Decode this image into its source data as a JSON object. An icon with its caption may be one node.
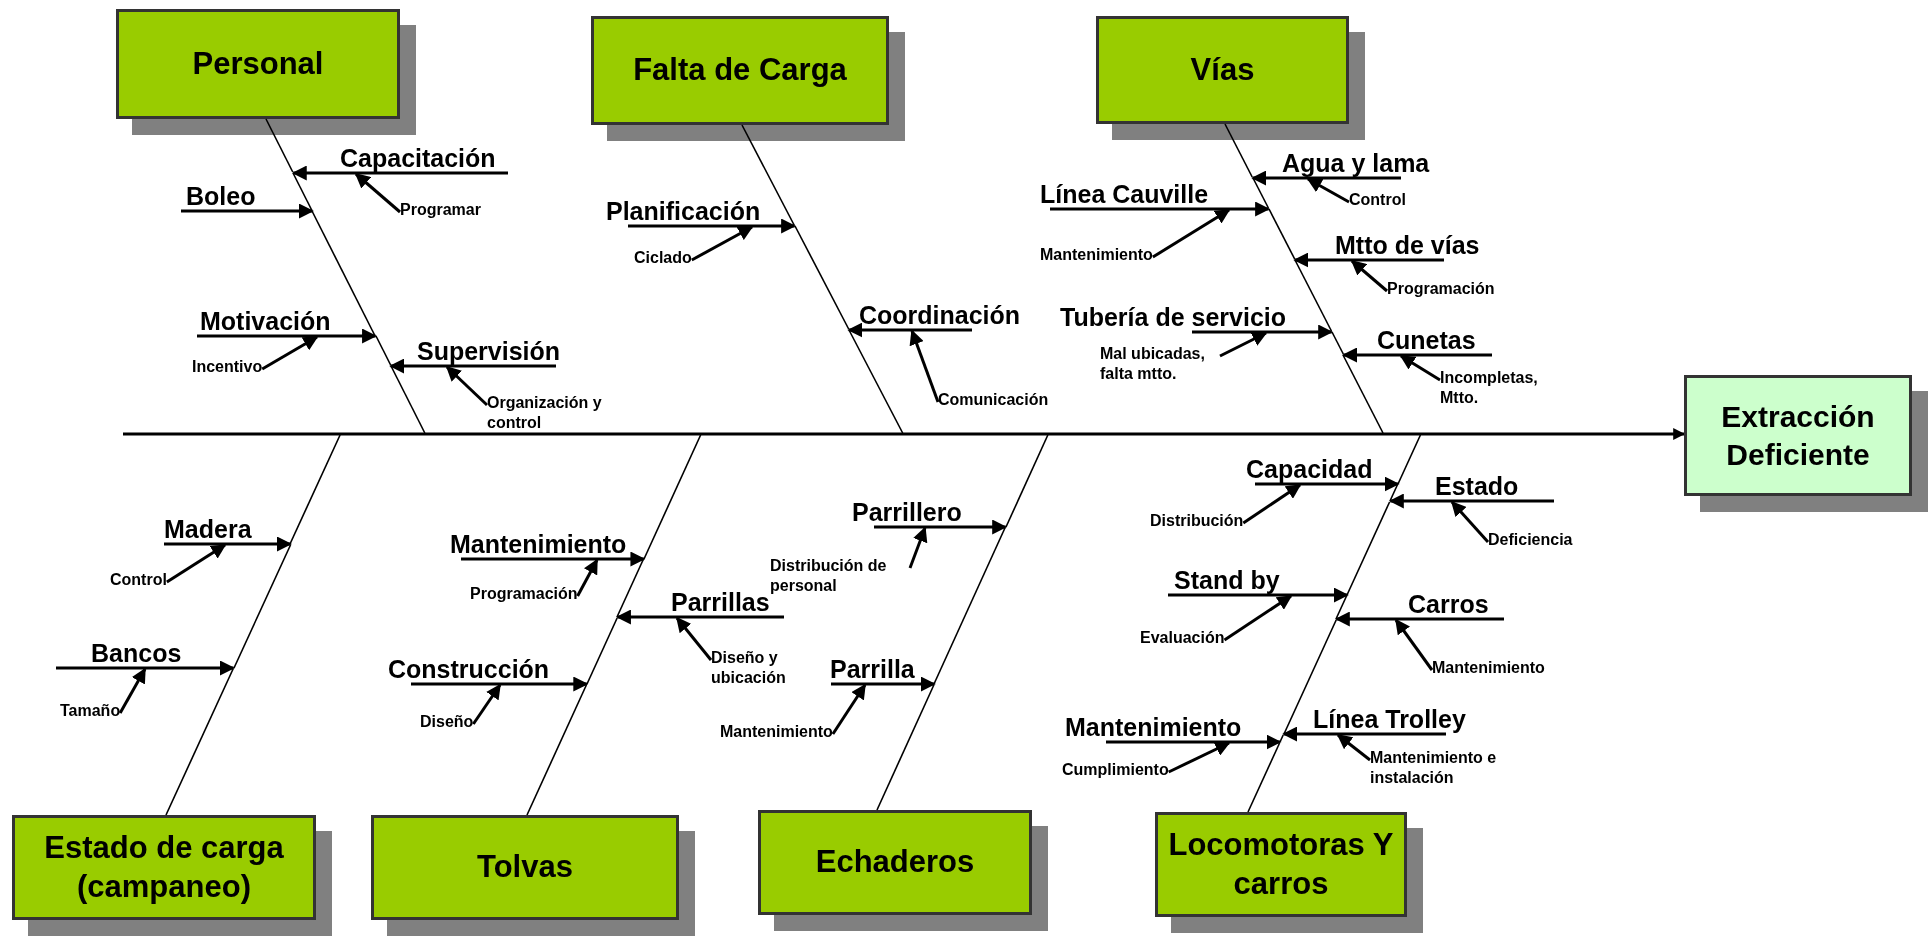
{
  "diagram": {
    "nodes": [
      {
        "text": [
          "Personal"
        ]
      },
      {
        "text": [
          "Falta de Carga"
        ]
      },
      {
        "text": [
          "Vías"
        ]
      },
      {
        "text": [
          "Extracción Deficiente"
        ]
      },
      {
        "text": [
          "Estado de carga (campaneo)"
        ]
      },
      {
        "text": [
          "Tolvas"
        ]
      },
      {
        "text": [
          "Echaderos"
        ]
      },
      {
        "text": [
          "Locomotoras Y carros"
        ]
      },
      {
        "text": [
          "Capacitación"
        ]
      },
      {
        "text": [
          "Programar"
        ]
      },
      {
        "text": [
          "Boleo"
        ]
      },
      {
        "text": [
          "Motivación"
        ]
      },
      {
        "text": [
          "Incentivo"
        ]
      },
      {
        "text": [
          "Supervisión"
        ]
      },
      {
        "text": [
          "Organización y control"
        ]
      },
      {
        "text": [
          "Planificación"
        ]
      },
      {
        "text": [
          "Ciclado"
        ]
      },
      {
        "text": [
          "Coordinación"
        ]
      },
      {
        "text": [
          "Comunicación"
        ]
      },
      {
        "text": [
          "Línea Cauville"
        ]
      },
      {
        "text": [
          "Mantenimiento"
        ]
      },
      {
        "text": [
          "Agua y lama"
        ]
      },
      {
        "text": [
          "Control"
        ]
      },
      {
        "text": [
          "Mtto de vías"
        ]
      },
      {
        "text": [
          "Programación"
        ]
      },
      {
        "text": [
          "Tubería de servicio"
        ]
      },
      {
        "text": [
          "Mal ubicadas, falta mtto."
        ]
      },
      {
        "text": [
          "Cunetas"
        ]
      },
      {
        "text": [
          "Incompletas, Mtto."
        ]
      },
      {
        "text": [
          "Madera"
        ]
      },
      {
        "text": [
          "Control"
        ]
      },
      {
        "text": [
          "Bancos"
        ]
      },
      {
        "text": [
          "Tamaño"
        ]
      },
      {
        "text": [
          "Mantenimiento"
        ]
      },
      {
        "text": [
          "Programación"
        ]
      },
      {
        "text": [
          "Construcción"
        ]
      },
      {
        "text": [
          "Diseño"
        ]
      },
      {
        "text": [
          "Parrillas"
        ]
      },
      {
        "text": [
          "Diseño y ubicación"
        ]
      },
      {
        "text": [
          "Parrillero"
        ]
      },
      {
        "text": [
          "Distribución de personal"
        ]
      },
      {
        "text": [
          "Parrilla"
        ]
      },
      {
        "text": [
          "Mantenimiento"
        ]
      },
      {
        "text": [
          "Capacidad"
        ]
      },
      {
        "text": [
          "Distribución"
        ]
      },
      {
        "text": [
          "Estado"
        ]
      },
      {
        "text": [
          "Deficiencia"
        ]
      },
      {
        "text": [
          "Stand by"
        ]
      },
      {
        "text": [
          "Evaluación"
        ]
      },
      {
        "text": [
          "Carros"
        ]
      },
      {
        "text": [
          "Mantenimiento"
        ]
      },
      {
        "text": [
          "Mantenimiento"
        ]
      },
      {
        "text": [
          "Cumplimiento"
        ]
      },
      {
        "text": [
          "Línea Trolley"
        ]
      },
      {
        "text": [
          "Mantenimiento e instalación"
        ]
      },
      {
        "text": [],
        "shape": "bar"
      },
      {
        "text": [],
        "shape": "bar"
      },
      {
        "text": [],
        "shape": "bar"
      },
      {
        "text": [],
        "shape": "bar"
      },
      {
        "text": [],
        "shape": "bar"
      },
      {
        "text": [],
        "shape": "bar"
      },
      {
        "text": [],
        "shape": "bar"
      },
      {
        "text": [],
        "shape": "bar"
      },
      {
        "text": [],
        "shape": "bar"
      },
      {
        "text": [],
        "shape": "bar"
      },
      {
        "text": [],
        "shape": "bar"
      },
      {
        "text": [],
        "shape": "bar"
      },
      {
        "text": [],
        "shape": "bar"
      },
      {
        "text": [],
        "shape": "bar"
      },
      {
        "text": [],
        "shape": "bar"
      },
      {
        "text": [],
        "shape": "bar"
      },
      {
        "text": [],
        "shape": "bar"
      },
      {
        "text": [],
        "shape": "bar"
      },
      {
        "text": [],
        "shape": "bar"
      },
      {
        "text": [],
        "shape": "bar"
      },
      {
        "text": [],
        "shape": "bar"
      },
      {
        "text": [],
        "shape": "bar"
      },
      {
        "text": [],
        "shape": "bar"
      },
      {
        "text": [],
        "shape": "bar"
      },
      {
        "text": [],
        "shape": "bar"
      },
      {
        "text": [],
        "shape": "bar"
      },
      {
        "text": [],
        "shape": "bar"
      },
      {
        "text": [],
        "shape": "bar"
      },
      {
        "text": [],
        "shape": "bar"
      },
      {
        "text": [],
        "shape": "bar"
      },
      {
        "text": [],
        "shape": "bar"
      }
    ],
    "edges": [
      {
        "from": null,
        "to": 3,
        "arrow": "to"
      },
      {
        "from": 8,
        "to": 56,
        "arrow": "to"
      },
      {
        "from": 9,
        "to": 8,
        "arrow": "to"
      },
      {
        "from": 10,
        "to": 57,
        "arrow": "to"
      },
      {
        "from": 11,
        "to": 58,
        "arrow": "to"
      },
      {
        "from": 12,
        "to": 11,
        "arrow": "to"
      },
      {
        "from": 13,
        "to": 59,
        "arrow": "to"
      },
      {
        "from": 14,
        "to": 13,
        "arrow": "to"
      },
      {
        "from": 15,
        "to": 61,
        "arrow": "to"
      },
      {
        "from": 16,
        "to": 15,
        "arrow": "to"
      },
      {
        "from": 17,
        "to": 62,
        "arrow": "to"
      },
      {
        "from": 18,
        "to": 17,
        "arrow": "to"
      },
      {
        "from": 19,
        "to": 65,
        "arrow": "to"
      },
      {
        "from": 20,
        "to": 19,
        "arrow": "to"
      },
      {
        "from": 21,
        "to": 64,
        "arrow": "to"
      },
      {
        "from": 22,
        "to": 21,
        "arrow": "to"
      },
      {
        "from": 23,
        "to": 66,
        "arrow": "to"
      },
      {
        "from": 24,
        "to": 23,
        "arrow": "to"
      },
      {
        "from": 25,
        "to": 67,
        "arrow": "to"
      },
      {
        "from": 26,
        "to": 25,
        "arrow": "to"
      },
      {
        "from": 27,
        "to": 68,
        "arrow": "to"
      },
      {
        "from": 28,
        "to": 27,
        "arrow": "to"
      },
      {
        "from": 29,
        "to": 71,
        "arrow": "to"
      },
      {
        "from": 30,
        "to": 29,
        "arrow": "to"
      },
      {
        "from": 31,
        "to": 70,
        "arrow": "to"
      },
      {
        "from": 32,
        "to": 31,
        "arrow": "to"
      },
      {
        "from": 33,
        "to": 75,
        "arrow": "to"
      },
      {
        "from": 34,
        "to": 33,
        "arrow": "to"
      },
      {
        "from": 35,
        "to": 73,
        "arrow": "to"
      },
      {
        "from": 36,
        "to": 35,
        "arrow": "to"
      },
      {
        "from": 37,
        "to": 74,
        "arrow": "to"
      },
      {
        "from": 38,
        "to": 37,
        "arrow": "to"
      },
      {
        "from": 39,
        "to": 78,
        "arrow": "to"
      },
      {
        "from": 40,
        "to": 39,
        "arrow": "to"
      },
      {
        "from": 41,
        "to": 77,
        "arrow": "to"
      },
      {
        "from": 42,
        "to": 41,
        "arrow": "to"
      },
      {
        "from": 43,
        "to": 85,
        "arrow": "to"
      },
      {
        "from": 44,
        "to": 43,
        "arrow": "to"
      },
      {
        "from": 45,
        "to": 84,
        "arrow": "to"
      },
      {
        "from": 46,
        "to": 45,
        "arrow": "to"
      },
      {
        "from": 47,
        "to": 83,
        "arrow": "to"
      },
      {
        "from": 48,
        "to": 47,
        "arrow": "to"
      },
      {
        "from": 49,
        "to": 82,
        "arrow": "to"
      },
      {
        "from": 50,
        "to": 49,
        "arrow": "to"
      },
      {
        "from": 51,
        "to": 80,
        "arrow": "to"
      },
      {
        "from": 52,
        "to": 51,
        "arrow": "to"
      },
      {
        "from": 53,
        "to": 81,
        "arrow": "to"
      },
      {
        "from": 54,
        "to": 53,
        "arrow": "to"
      }
    ]
  }
}
